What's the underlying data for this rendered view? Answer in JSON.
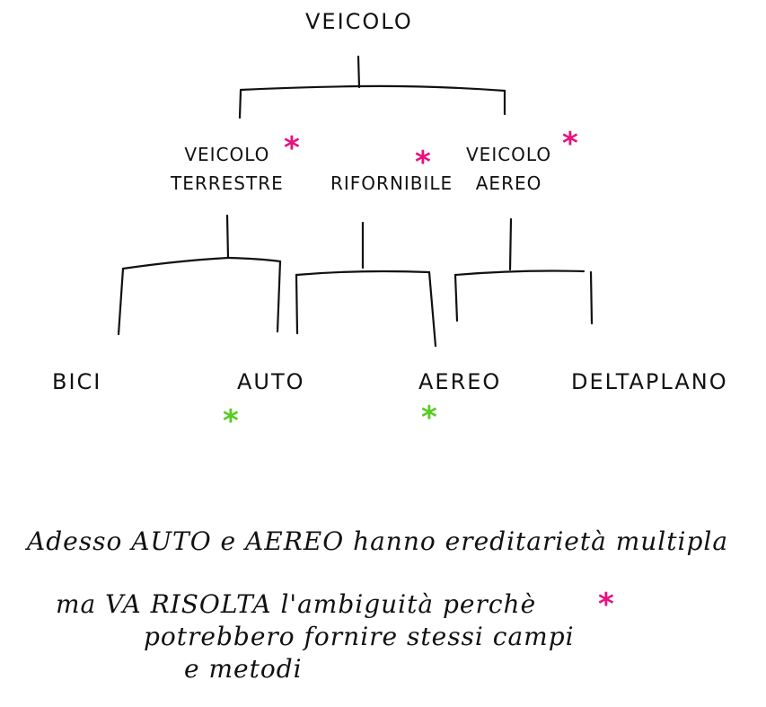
{
  "colors": {
    "ink": "#111111",
    "pink_star": "#e8117f",
    "green_star": "#55cc22"
  },
  "tree": {
    "root": "VEICOLO",
    "level1": [
      {
        "line1": "VEICOLO",
        "line2": "TERRESTRE"
      },
      {
        "line1": "",
        "line2": "RIFORNIBILE"
      },
      {
        "line1": "VEICOLO",
        "line2": "AEREO"
      }
    ],
    "leaves": [
      "BICI",
      "AUTO",
      "AEREO",
      "DELTAPLANO"
    ],
    "star_symbol": "*"
  },
  "note": {
    "line1": "Adesso AUTO e AEREO hanno ereditarietà multipla",
    "line2": "ma VA RISOLTA l'ambiguità perchè",
    "line3": "potrebbero fornire stessi campi",
    "line4": "e metodi"
  }
}
